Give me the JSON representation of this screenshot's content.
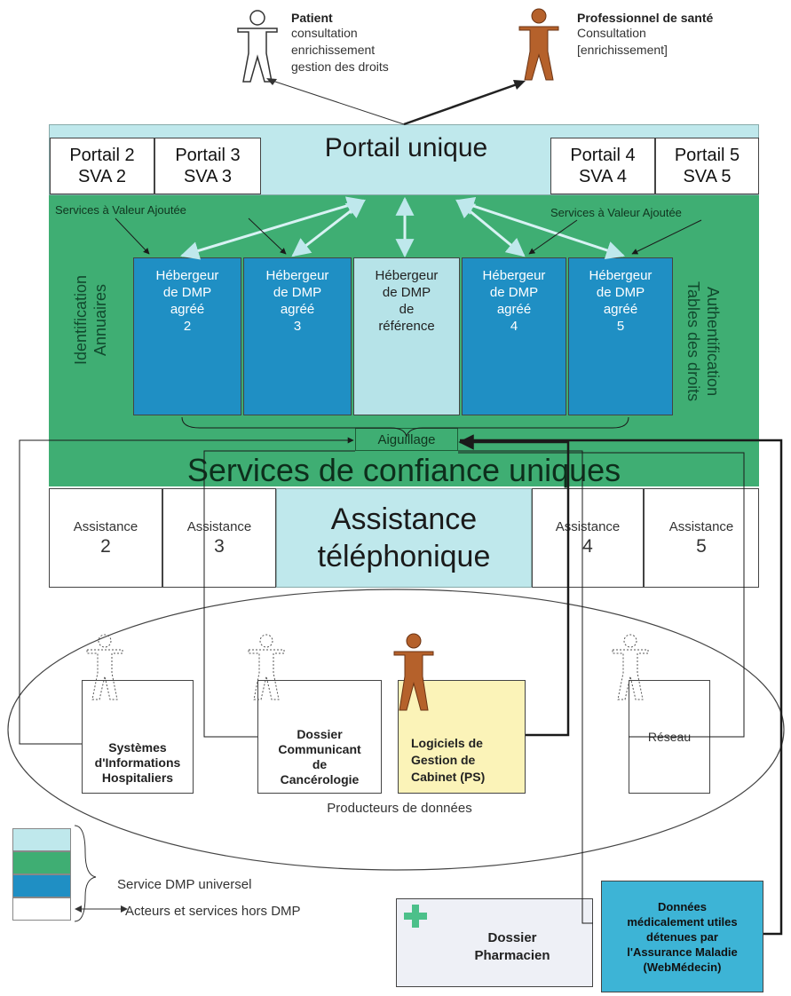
{
  "actors": {
    "patient": {
      "title": "Patient",
      "lines": [
        "consultation",
        "enrichissement",
        "gestion des droits"
      ]
    },
    "professional": {
      "title": "Professionnel de santé",
      "lines": [
        "Consultation",
        "[enrichissement]"
      ]
    }
  },
  "portals": {
    "main": "Portail unique",
    "p2": [
      "Portail 2",
      "SVA 2"
    ],
    "p3": [
      "Portail 3",
      "SVA 3"
    ],
    "p4": [
      "Portail 4",
      "SVA 4"
    ],
    "p5": [
      "Portail 5",
      "SVA 5"
    ]
  },
  "sva_left": "Services à Valeur Ajoutée",
  "sva_right": "Services à Valeur Ajoutée",
  "side_left": [
    "Identification",
    "Annuaires"
  ],
  "side_right": [
    "Authentification",
    "Tables des droits"
  ],
  "hosts": [
    {
      "lines": [
        "Hébergeur",
        "de DMP",
        "agréé",
        "2"
      ]
    },
    {
      "lines": [
        "Hébergeur",
        "de DMP",
        "agréé",
        "3"
      ]
    },
    {
      "lines": [
        "Hébergeur",
        "de DMP",
        "de",
        "référence"
      ]
    },
    {
      "lines": [
        "Hébergeur",
        "de DMP",
        "agréé",
        "4"
      ]
    },
    {
      "lines": [
        "Hébergeur",
        "de DMP",
        "agréé",
        "5"
      ]
    }
  ],
  "aiguillage": "Aiguillage",
  "trust_services": "Services de confiance uniques",
  "assistance": {
    "a2": [
      "Assistance",
      "2"
    ],
    "a3": [
      "Assistance",
      "3"
    ],
    "main": [
      "Assistance",
      "téléphonique"
    ],
    "a4": [
      "Assistance",
      "4"
    ],
    "a5": [
      "Assistance",
      "5"
    ]
  },
  "producers": {
    "sih": [
      "Systèmes",
      "d'Informations",
      "Hospitaliers"
    ],
    "dcc": [
      "Dossier",
      "Communicant",
      "de",
      "Cancérologie"
    ],
    "lgc": [
      "Logiciels de",
      "Gestion de",
      "Cabinet (PS)"
    ],
    "reseau": "Réseau",
    "caption": "Producteurs de données"
  },
  "legend": {
    "universal": "Service DMP universel",
    "outside": "Acteurs et services hors DMP"
  },
  "pharmacy": [
    "Dossier",
    "Pharmacien"
  ],
  "insurance": [
    "Données",
    "médicalement utiles",
    "détenues par",
    "l'Assurance Maladie",
    "(WebMédecin)"
  ],
  "colors": {
    "light": "#bfe8ec",
    "green": "#3fae73",
    "blue": "#1f8fc4",
    "yellow": "#fbf3b8",
    "pro_figure": "#b5612b"
  }
}
